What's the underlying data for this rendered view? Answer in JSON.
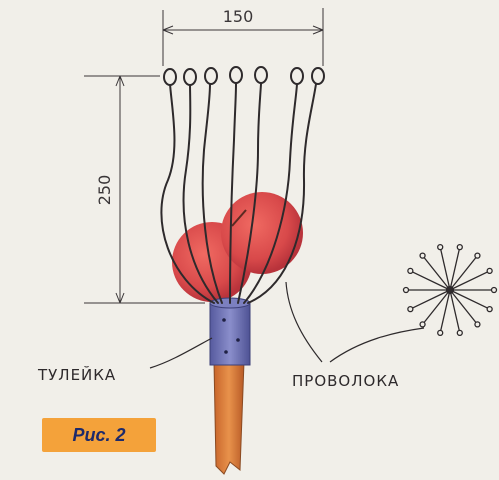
{
  "dimensions": {
    "width": "150",
    "height": "250"
  },
  "labels": {
    "sleeve": "ТУЛЕЙКА",
    "wire": "ПРОВОЛОКА"
  },
  "caption": "Рис. 2",
  "colors": {
    "ink": "#2e2a2c",
    "fruit": "#d8494a",
    "sleeve": "#6f73b6",
    "handle": "#d97a3a",
    "badge": "#f4a23a",
    "badge_text": "#1d2a6b"
  }
}
